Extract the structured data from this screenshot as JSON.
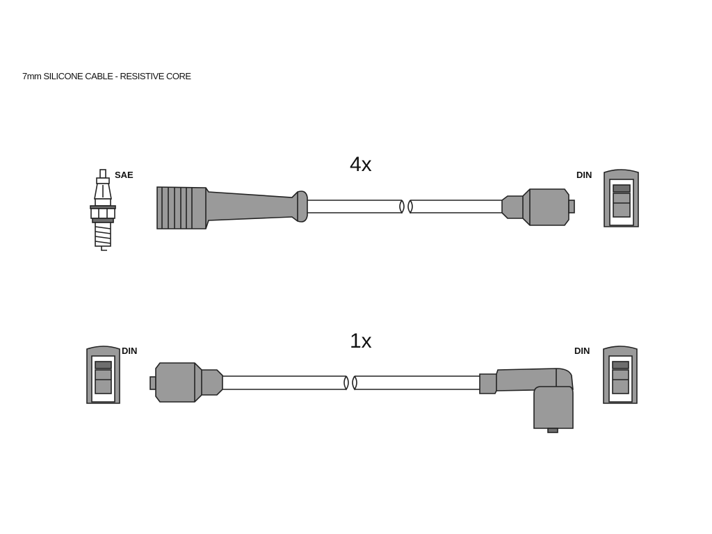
{
  "title": "7mm SILICONE CABLE - RESISTIVE CORE",
  "row1": {
    "quantity": "4x",
    "left_label": "SAE",
    "right_label": "DIN"
  },
  "row2": {
    "quantity": "1x",
    "left_label": "DIN",
    "right_label": "DIN"
  }
}
